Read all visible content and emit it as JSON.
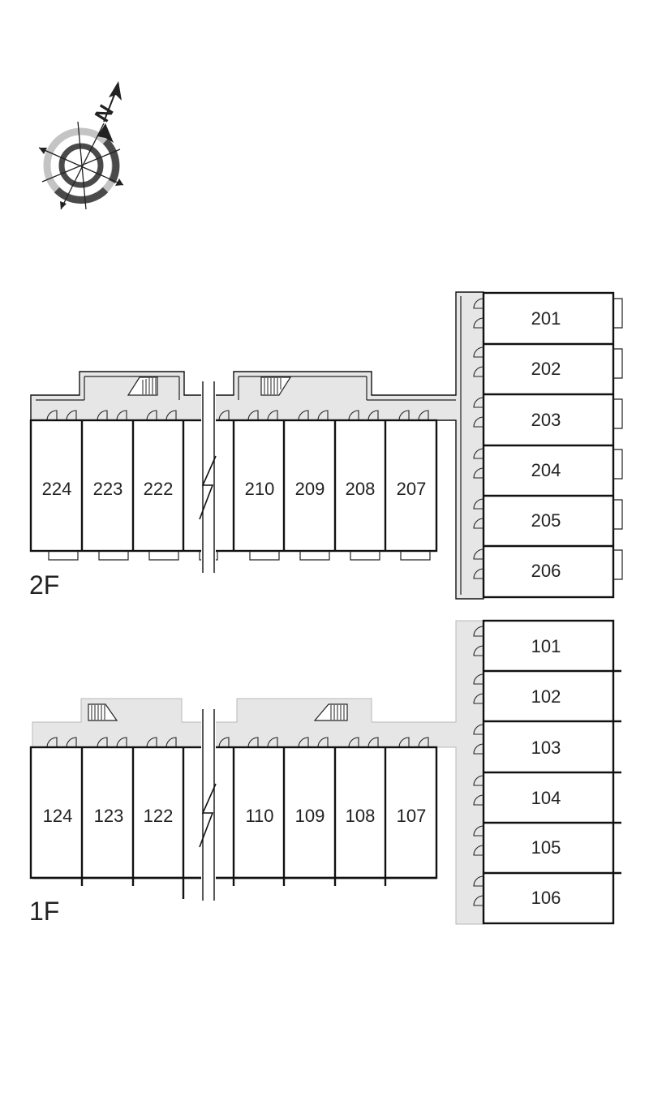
{
  "compass": {
    "label": "N",
    "icon": "north-compass-icon"
  },
  "colors": {
    "corridor": "#e6e6e6",
    "wall": "#111111",
    "background": "#ffffff"
  },
  "floors": [
    {
      "label": "2F",
      "west_units": [
        "224",
        "223",
        "222",
        "210",
        "209",
        "208",
        "207"
      ],
      "east_units": [
        "201",
        "202",
        "203",
        "204",
        "205",
        "206"
      ]
    },
    {
      "label": "1F",
      "west_units": [
        "124",
        "123",
        "122",
        "110",
        "109",
        "108",
        "107"
      ],
      "east_units": [
        "101",
        "102",
        "103",
        "104",
        "105",
        "106"
      ]
    }
  ]
}
